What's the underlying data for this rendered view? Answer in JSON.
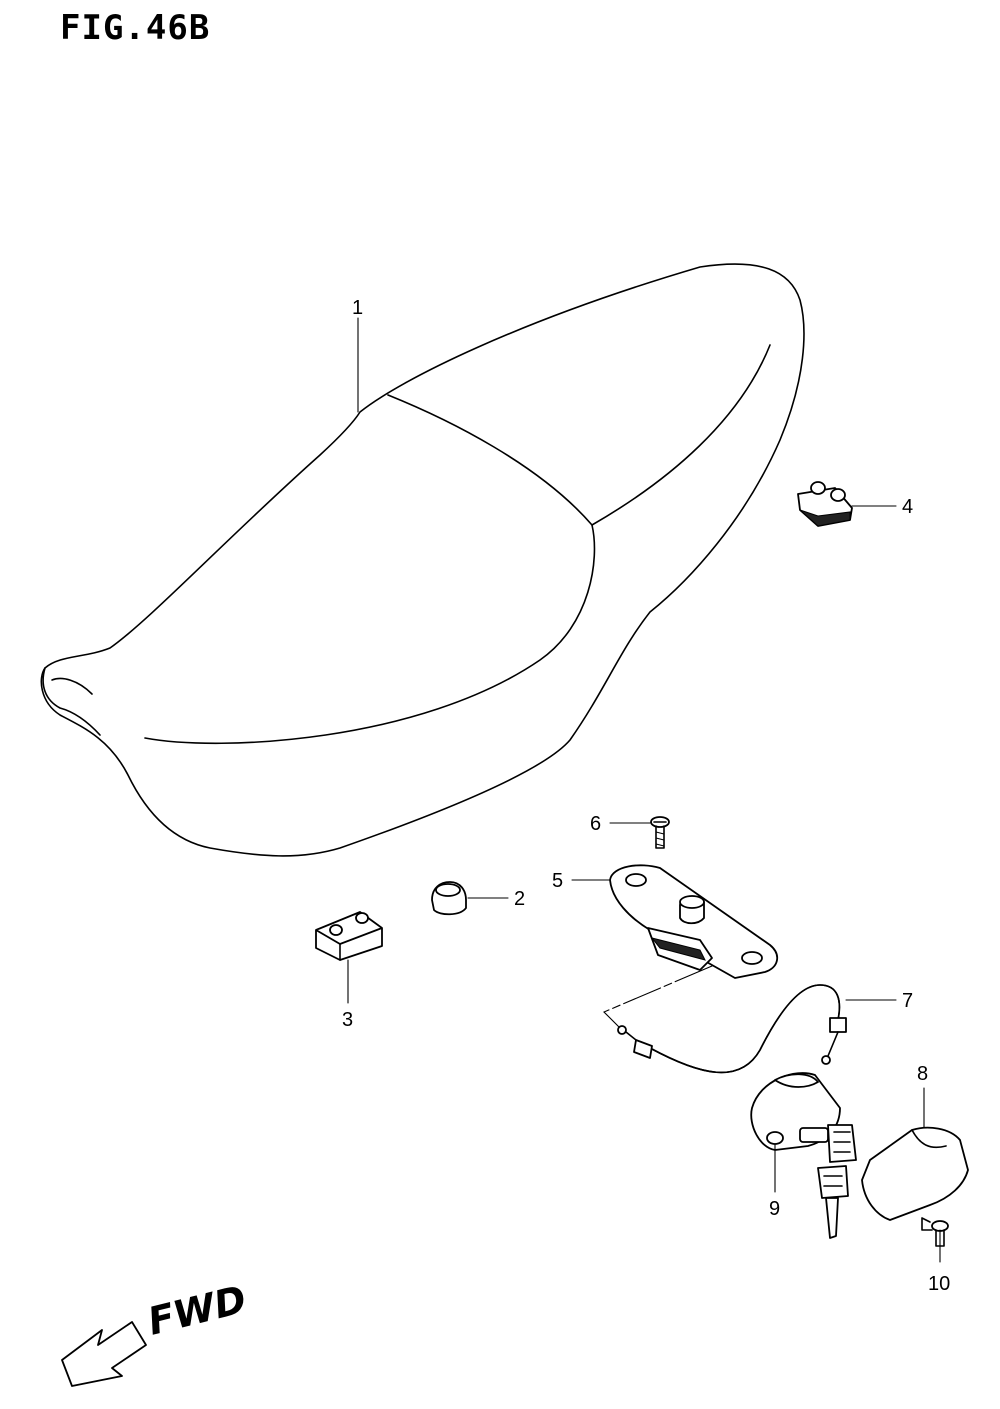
{
  "figure": {
    "title": "FIG.46B"
  },
  "callouts": [
    {
      "id": "1",
      "label": "1"
    },
    {
      "id": "2",
      "label": "2"
    },
    {
      "id": "3",
      "label": "3"
    },
    {
      "id": "4",
      "label": "4"
    },
    {
      "id": "5",
      "label": "5"
    },
    {
      "id": "6",
      "label": "6"
    },
    {
      "id": "7",
      "label": "7"
    },
    {
      "id": "8",
      "label": "8"
    },
    {
      "id": "9",
      "label": "9"
    },
    {
      "id": "10",
      "label": "10"
    }
  ],
  "direction": {
    "label": "FWD"
  }
}
